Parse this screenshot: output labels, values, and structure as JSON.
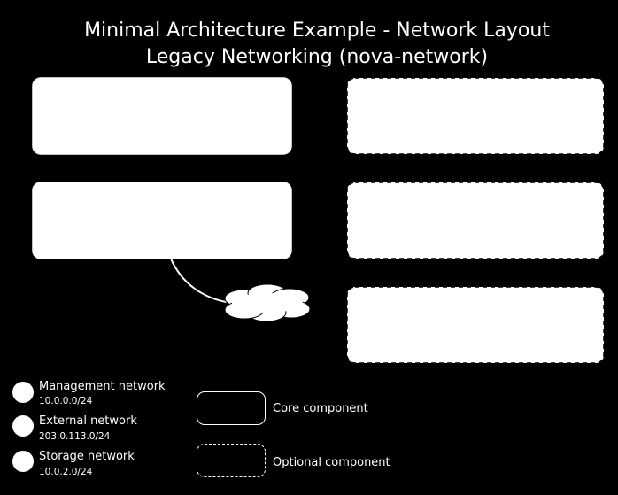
{
  "title": {
    "line1": "Minimal Architecture Example - Network Layout",
    "line2": "Legacy Networking (nova-network)"
  },
  "colors": {
    "background": "#000000",
    "foreground": "#ffffff"
  },
  "diagram": {
    "core_nodes": [
      {
        "name": "core-node-1",
        "label": ""
      },
      {
        "name": "core-node-2",
        "label": ""
      }
    ],
    "optional_nodes": [
      {
        "name": "optional-node-1",
        "label": ""
      },
      {
        "name": "optional-node-2",
        "label": ""
      },
      {
        "name": "optional-node-3",
        "label": ""
      }
    ],
    "cloud_label": ""
  },
  "legend": {
    "networks": [
      {
        "name": "Management network",
        "cidr": "10.0.0.0/24"
      },
      {
        "name": "External network",
        "cidr": "203.0.113.0/24"
      },
      {
        "name": "Storage network",
        "cidr": "10.0.2.0/24"
      }
    ],
    "core_component": "Core component",
    "optional_component": "Optional component"
  }
}
